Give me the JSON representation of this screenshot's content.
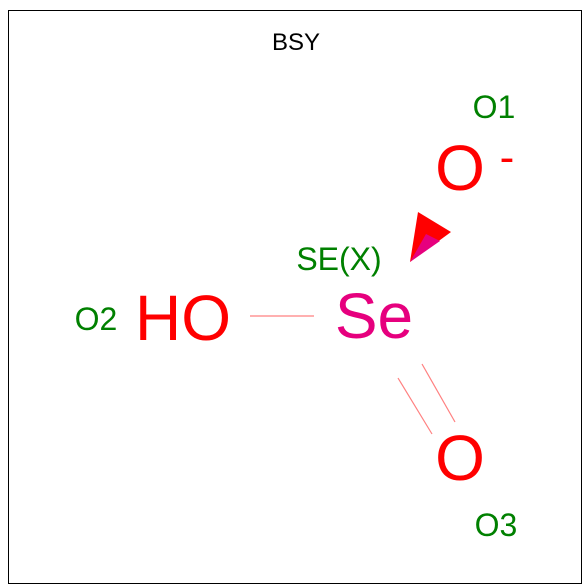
{
  "title": "BSY",
  "atoms": {
    "o1": {
      "symbol": "O",
      "charge": "-",
      "label": "O1"
    },
    "o2": {
      "symbol": "HO",
      "label": "O2"
    },
    "se": {
      "symbol": "Se",
      "label": "SE(X)"
    },
    "o3": {
      "symbol": "O",
      "label": "O3"
    }
  },
  "colors": {
    "oxygen": "#ff0000",
    "selenium": "#e6007e",
    "label": "#008000",
    "bond": "#ff8080",
    "frame": "#000000"
  }
}
